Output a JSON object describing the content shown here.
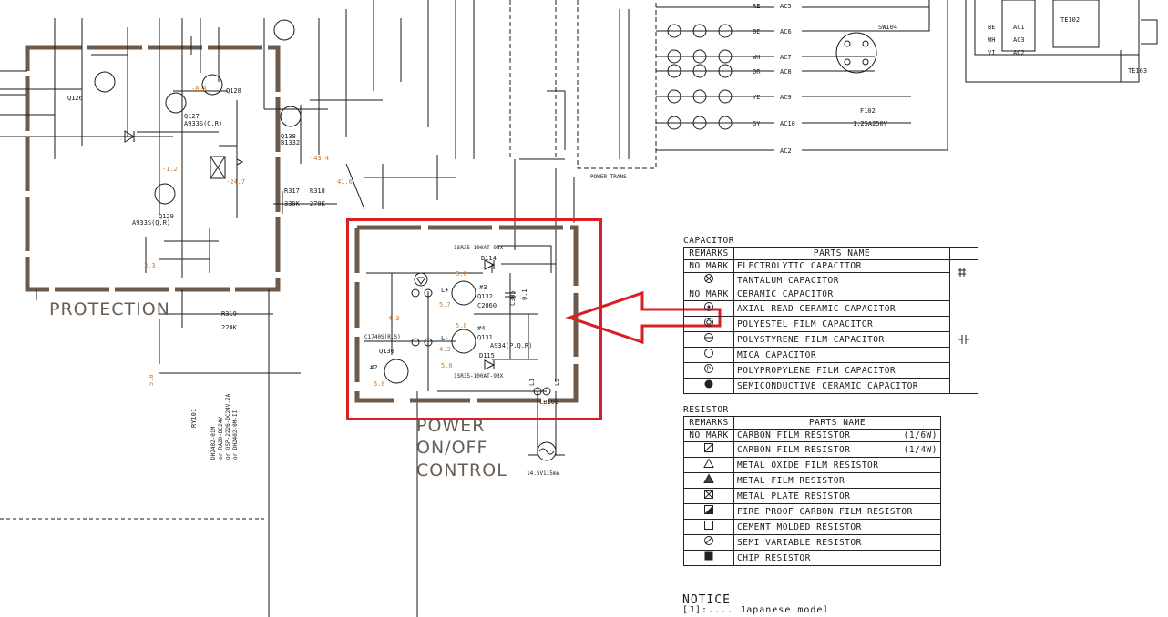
{
  "labels": {
    "protection": "PROTECTION",
    "power_line1": "POWER",
    "power_line2": "ON/OFF",
    "power_line3": "CONTROL",
    "power_trans": "POWER TRANS",
    "fuse_rating": "14.5V115mA"
  },
  "components": {
    "q132": "Q132",
    "q132_type": "C2060",
    "q132_pin": "#3",
    "q131": "Q131",
    "q131_type": "A934(P.Q.R)",
    "q131_pin": "#4",
    "q130": "Q130",
    "q130_type": "C1740S(R.S)",
    "q130_pin": "#2",
    "d114": "D114",
    "d115": "D115",
    "diode_type": "1SR35-100AT-93X",
    "c305": "C305",
    "c305_val": "0.1",
    "cb102": "CB102",
    "l_plus": "L+",
    "l_minus": "L-",
    "l1": "L1",
    "l2": "L2",
    "r319": "R319",
    "r319_val": "220K",
    "r317": "R317",
    "r317_val": "330K",
    "r318": "R318",
    "r318_val": "270K",
    "q126": "Q126",
    "q127": "Q127",
    "q128": "Q128",
    "q129": "Q129",
    "q138": "Q138",
    "q127_type": "A933S(Q.R)",
    "q129_type": "A933S(Q.R)",
    "q138_type": "B1332",
    "sw104": "SW104",
    "f102": "F102",
    "f102_val": "1.25A250V",
    "te102": "TE102",
    "te103": "TE103",
    "ac_labels": [
      "AC5",
      "AC6",
      "AC7",
      "AC8",
      "AC9",
      "AC10",
      "AC2"
    ],
    "wire_colors": [
      "RE",
      "BE",
      "WH",
      "DR",
      "YE",
      "GY"
    ],
    "right_box": [
      "BE",
      "WH",
      "VI"
    ],
    "right_box_ac": [
      "AC1",
      "AC3",
      "AC2"
    ],
    "ry101": "RY101",
    "ry_notes": [
      "DH2402-01M",
      "or RA20-DC24V",
      "or OSP-2226-DC24V.2A",
      "or DH2402-0M-II"
    ]
  },
  "voltages": [
    "5.0",
    "5.7",
    "5.0",
    "4.3",
    "5.0",
    "4.3",
    "-43.4",
    "-24.7",
    "-1.2",
    "-0.8",
    "41.6",
    "3.3",
    "5.0"
  ],
  "capacitor_legend": {
    "title": "CAPACITOR",
    "headers": [
      "REMARKS",
      "PARTS NAME"
    ],
    "rows": [
      {
        "remark": "NO MARK",
        "name": "ELECTROLYTIC CAPACITOR",
        "symbol": "none"
      },
      {
        "remark": "",
        "name": "TANTALUM CAPACITOR",
        "symbol": "circle-x-icon"
      },
      {
        "remark": "NO MARK",
        "name": "CERAMIC CAPACITOR",
        "symbol": "none"
      },
      {
        "remark": "",
        "name": "AXIAL READ CERAMIC CAPACITOR",
        "symbol": "circle-dot-icon"
      },
      {
        "remark": "",
        "name": "POLYESTEL FILM CAPACITOR",
        "symbol": "double-circle-icon"
      },
      {
        "remark": "",
        "name": "POLYSTYRENE FILM CAPACITOR",
        "symbol": "circle-bar-icon"
      },
      {
        "remark": "",
        "name": "MICA CAPACITOR",
        "symbol": "circle-open-icon"
      },
      {
        "remark": "",
        "name": "POLYPROPYLENE FILM CAPACITOR",
        "symbol": "circle-p-icon"
      },
      {
        "remark": "",
        "name": "SEMICONDUCTIVE CERAMIC CAPACITOR",
        "symbol": "filled-circle-icon"
      }
    ]
  },
  "resistor_legend": {
    "title": "RESISTOR",
    "headers": [
      "REMARKS",
      "PARTS NAME"
    ],
    "rows": [
      {
        "remark": "NO MARK",
        "name": "CARBON FILM RESISTOR",
        "watt": "(1/6W)",
        "symbol": "none"
      },
      {
        "remark": "",
        "name": "CARBON FILM RESISTOR",
        "watt": "(1/4W)",
        "symbol": "square-slash-icon"
      },
      {
        "remark": "",
        "name": "METAL OXIDE FILM RESISTOR",
        "watt": "",
        "symbol": "triangle-open-icon"
      },
      {
        "remark": "",
        "name": "METAL FILM RESISTOR",
        "watt": "",
        "symbol": "triangle-filled-icon"
      },
      {
        "remark": "",
        "name": "METAL PLATE RESISTOR",
        "watt": "",
        "symbol": "square-x-icon"
      },
      {
        "remark": "",
        "name": "FIRE PROOF CARBON FILM RESISTOR",
        "watt": "",
        "symbol": "square-half-icon"
      },
      {
        "remark": "",
        "name": "CEMENT MOLDED RESISTOR",
        "watt": "",
        "symbol": "square-open-icon"
      },
      {
        "remark": "",
        "name": "SEMI VARIABLE RESISTOR",
        "watt": "",
        "symbol": "circle-slash-icon"
      },
      {
        "remark": "",
        "name": "CHIP RESISTOR",
        "watt": "",
        "symbol": "square-filled-icon"
      }
    ]
  },
  "notice": {
    "title": "NOTICE",
    "line1": "[J]:.... Japanese model"
  },
  "colors": {
    "highlight": "#d91f26",
    "voltage": "#d4761e",
    "pcb_border": "#6e5a4a",
    "ink": "#1a1a1a"
  }
}
